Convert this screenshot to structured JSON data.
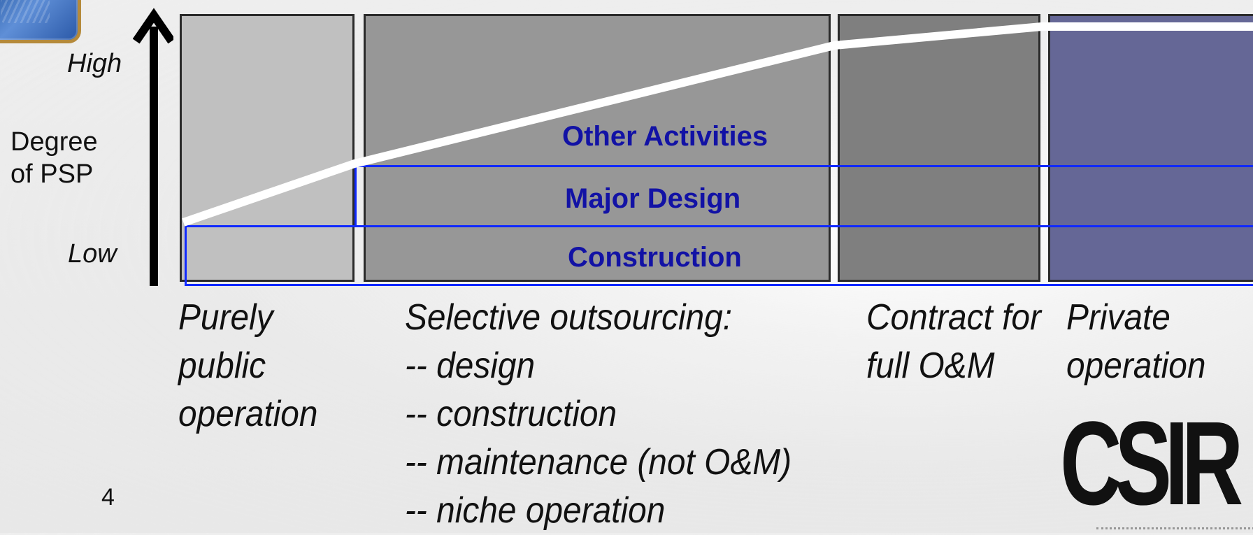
{
  "axis": {
    "title": "Degree\nof PSP",
    "high_label": "High",
    "low_label": "Low"
  },
  "bands": {
    "other_activities": "Other Activities",
    "major_design": "Major Design",
    "construction": "Construction"
  },
  "columns": [
    {
      "label": "Purely\npublic\noperation",
      "fill": "#c0c0c0"
    },
    {
      "label": "Selective outsourcing:\n-- design\n-- construction\n-- maintenance (not O&M)\n-- niche operation",
      "fill": "#979797"
    },
    {
      "label": "Contract for\nfull O&M",
      "fill": "#7f7f7f"
    },
    {
      "label": "Private\noperation",
      "fill": "#656796"
    }
  ],
  "page_number": "4",
  "logo": {
    "text": "CSIR"
  },
  "colors": {
    "band_outline": "#1029ff",
    "band_text": "#1212a5",
    "trend_line": "#ffffff"
  }
}
